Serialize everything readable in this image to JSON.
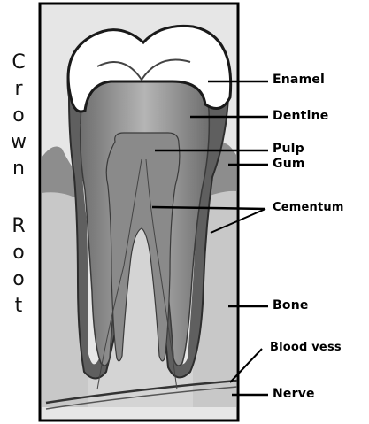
{
  "side_labels": {
    "crown": "Crown",
    "root": "Root"
  },
  "labels": {
    "enamel": "Enamel",
    "dentine": "Dentine",
    "pulp": "Pulp",
    "gum": "Gum",
    "cementum": "Cementum",
    "bone": "Bone",
    "blood_vessel": "Blood vess",
    "nerve": "Nerve"
  }
}
